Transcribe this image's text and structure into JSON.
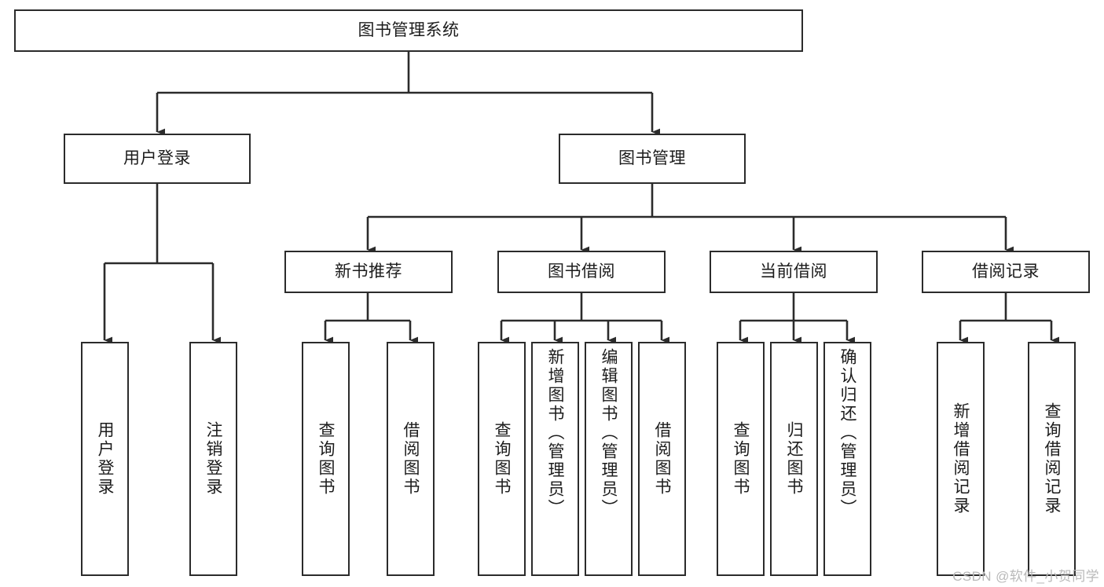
{
  "diagram": {
    "title": "图书管理系统",
    "type": "hierarchy-tree",
    "watermark": "CSDN @软件_小贺同学",
    "colors": {
      "background": "#ffffff",
      "box_border": "#2b2b2b",
      "box_fill": "#ffffff",
      "text": "#1c1c1c",
      "connector": "#2b2b2b",
      "watermark": "#b9b9b9"
    },
    "nodes": {
      "root": {
        "label": "图书管理系统"
      },
      "level2": [
        {
          "label": "用户登录"
        },
        {
          "label": "图书管理"
        }
      ],
      "level3": [
        {
          "label": "新书推荐"
        },
        {
          "label": "图书借阅"
        },
        {
          "label": "当前借阅"
        },
        {
          "label": "借阅记录"
        }
      ],
      "leaves_user_login": [
        {
          "label": "用户登录"
        },
        {
          "label": "注销登录"
        }
      ],
      "leaves_new_book": [
        {
          "label": "查询图书"
        },
        {
          "label": "借阅图书"
        }
      ],
      "leaves_borrow": [
        {
          "label": "查询图书"
        },
        {
          "label": "新增图书（管理员）"
        },
        {
          "label": "编辑图书（管理员）"
        },
        {
          "label": "借阅图书"
        }
      ],
      "leaves_current": [
        {
          "label": "查询图书"
        },
        {
          "label": "归还图书"
        },
        {
          "label": "确认归还（管理员）"
        }
      ],
      "leaves_records": [
        {
          "label": "新增借阅记录"
        },
        {
          "label": "查询借阅记录"
        }
      ]
    }
  }
}
